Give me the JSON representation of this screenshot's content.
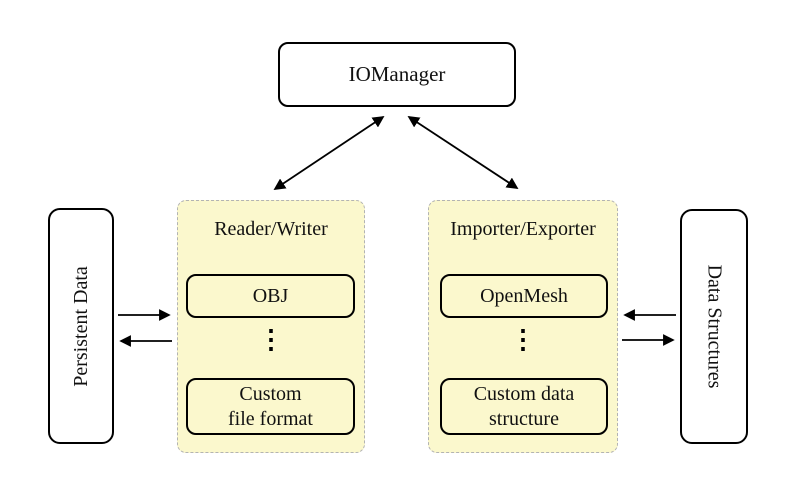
{
  "diagram": {
    "root": {
      "label": "IOManager"
    },
    "left_panel": {
      "label": "Persistent Data"
    },
    "right_panel": {
      "label": "Data Structures"
    },
    "reader_writer": {
      "title": "Reader/Writer",
      "top_box": "OBJ",
      "ellipsis": "⋮",
      "bottom_box_line1": "Custom",
      "bottom_box_line2": "file format"
    },
    "importer_exporter": {
      "title": "Importer/Exporter",
      "top_box": "OpenMesh",
      "ellipsis": "⋮",
      "bottom_box_line1": "Custom data",
      "bottom_box_line2": "structure"
    }
  },
  "colors": {
    "background": "#ffffff",
    "group_fill": "#fbf8cd",
    "group_dash_border": "#b3b3b3",
    "node_border": "#000000",
    "arrow": "#000000"
  }
}
